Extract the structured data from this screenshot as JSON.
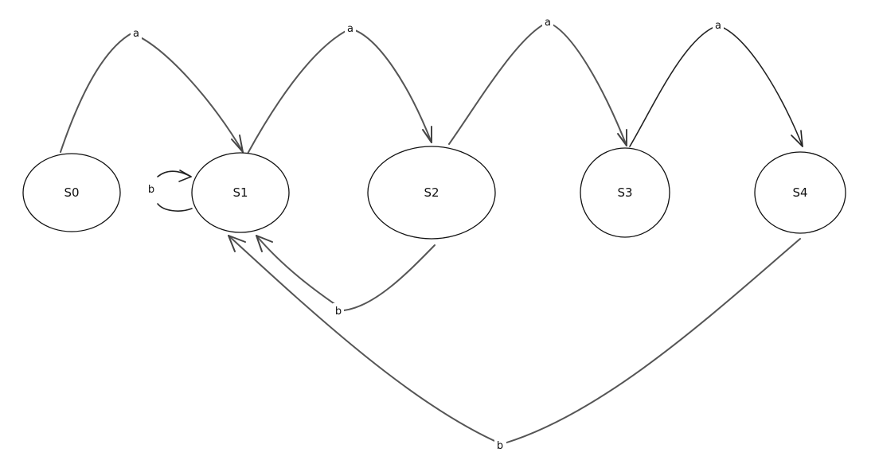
{
  "states": [
    {
      "id": "S0",
      "label": "S0"
    },
    {
      "id": "S1",
      "label": "S1"
    },
    {
      "id": "S2",
      "label": "S2"
    },
    {
      "id": "S3",
      "label": "S3"
    },
    {
      "id": "S4",
      "label": "S4"
    }
  ],
  "transitions": [
    {
      "from": "S0",
      "to": "S1",
      "label": "a"
    },
    {
      "from": "S1",
      "to": "S2",
      "label": "a"
    },
    {
      "from": "S2",
      "to": "S3",
      "label": "a"
    },
    {
      "from": "S3",
      "to": "S4",
      "label": "a"
    },
    {
      "from": "S1",
      "to": "S1",
      "label": "b"
    },
    {
      "from": "S2",
      "to": "S1",
      "label": "b"
    },
    {
      "from": "S4",
      "to": "S1",
      "label": "b"
    }
  ]
}
